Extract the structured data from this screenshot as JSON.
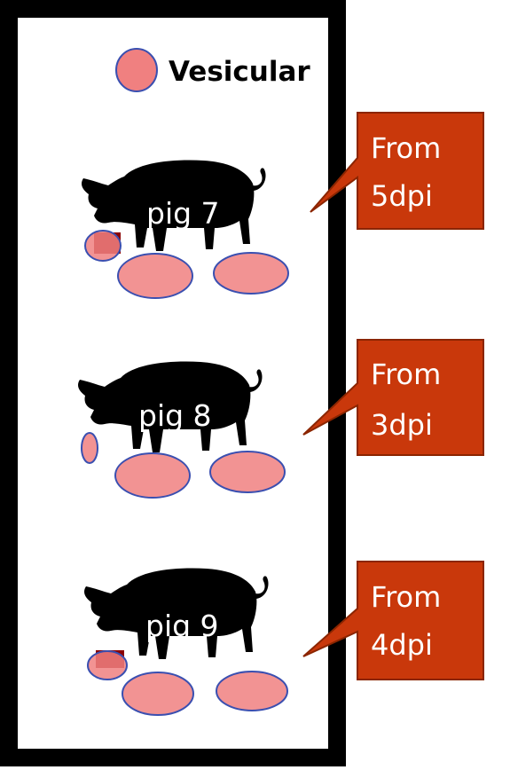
{
  "legend": {
    "label": "Vesicular",
    "color": "#f08080",
    "outline": "#3a4fb0"
  },
  "colors": {
    "frame": "#000000",
    "pig": "#000000",
    "callout_fill": "#c9380b",
    "callout_stroke": "#8b2500",
    "callout_text": "#ffffff",
    "lesion": "#f08080",
    "lesion_outline": "#3a4fb0"
  },
  "pigs": [
    {
      "label": "pig 7",
      "onset_line1": "From",
      "onset_line2": "5dpi",
      "lesions": [
        "snout",
        "front-foot",
        "hind-foot"
      ]
    },
    {
      "label": "pig 8",
      "onset_line1": "From",
      "onset_line2": "3dpi",
      "lesions": [
        "snout",
        "front-foot",
        "hind-foot"
      ]
    },
    {
      "label": "pig 9",
      "onset_line1": "From",
      "onset_line2": "4dpi",
      "lesions": [
        "snout",
        "front-foot",
        "hind-foot"
      ]
    }
  ]
}
